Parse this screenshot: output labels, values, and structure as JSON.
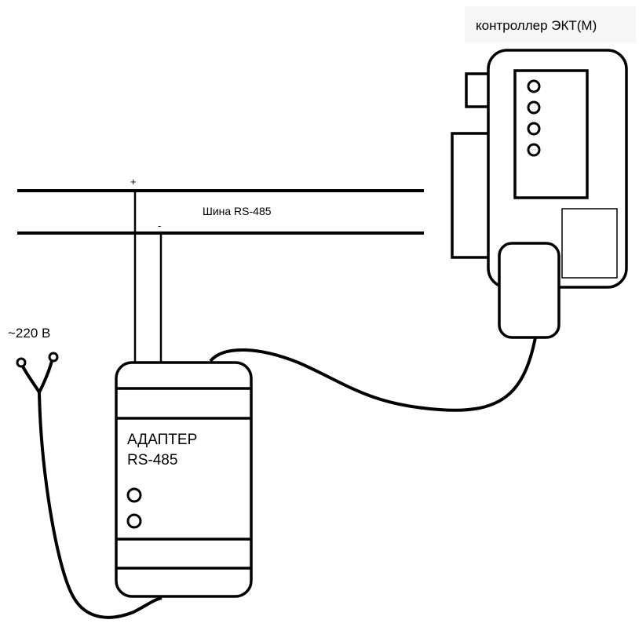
{
  "controller": {
    "label": "контроллер ЭКТ(М)"
  },
  "bus": {
    "label": "Шина RS-485",
    "plus": "+",
    "minus": "-"
  },
  "power": {
    "label": "~220 В"
  },
  "adapter": {
    "line1": "АДАПТЕР",
    "line2": "RS-485"
  }
}
